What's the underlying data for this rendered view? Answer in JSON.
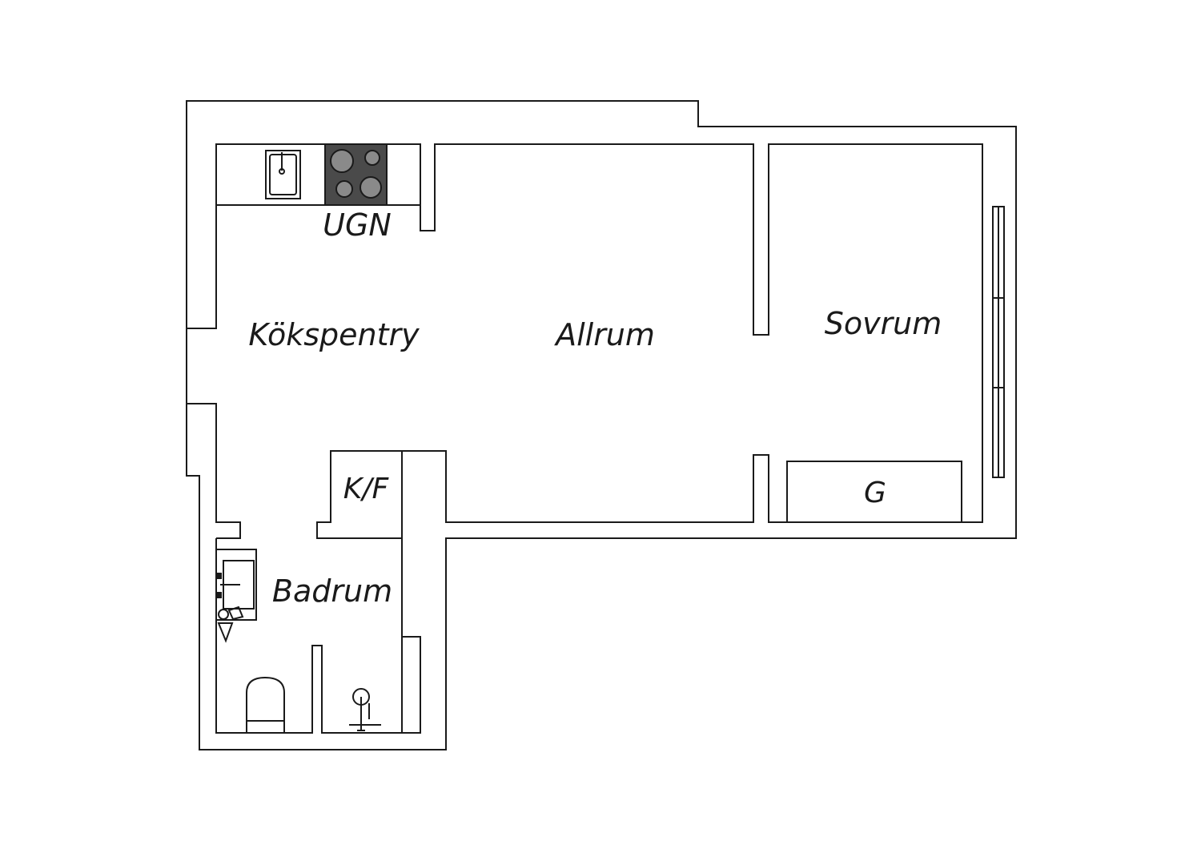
{
  "rooms": {
    "kitchen": "Kökspentry",
    "living": "Allrum",
    "bedroom": "Sovrum",
    "bathroom": "Badrum"
  },
  "fixtures": {
    "oven": "UGN",
    "fridge_freezer": "K/F",
    "wardrobe": "G"
  },
  "colors": {
    "wall_fill": "#ffffff",
    "line": "#1a1a1a",
    "stove_top": "#4a4a4a"
  }
}
